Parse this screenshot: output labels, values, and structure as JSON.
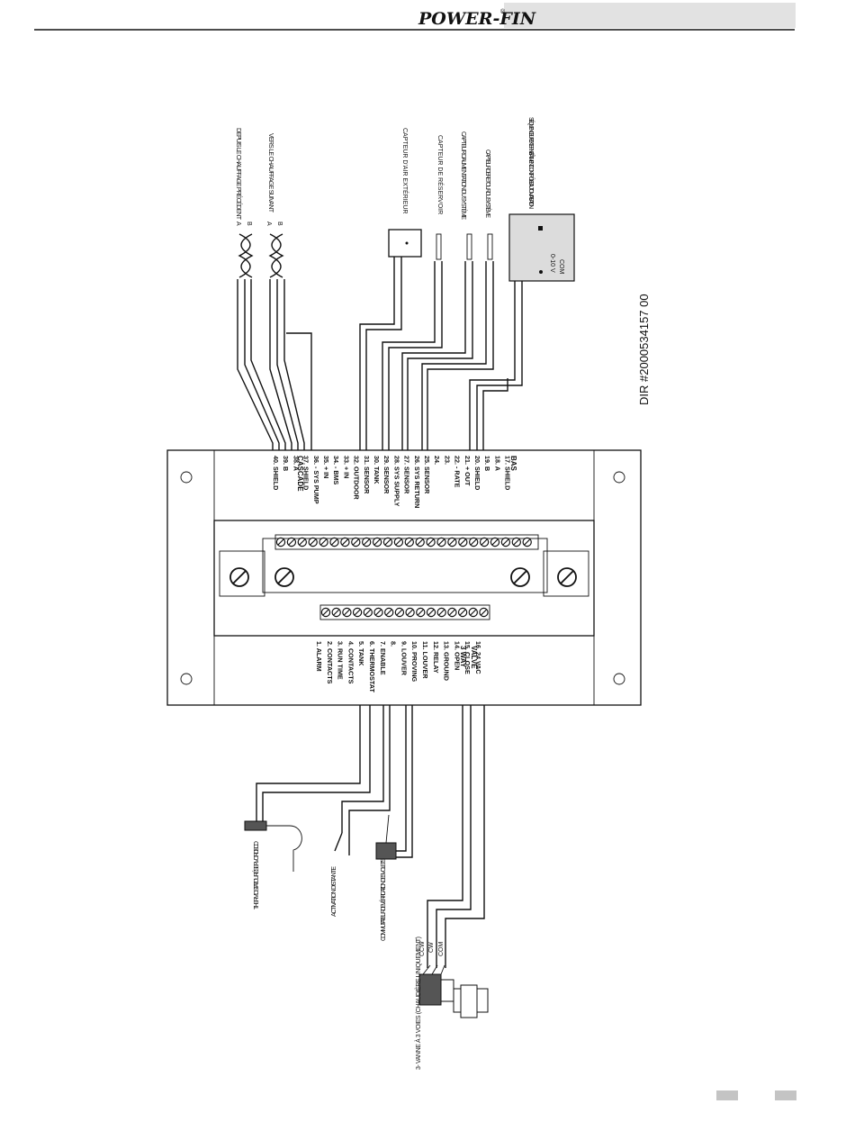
{
  "header": {
    "brand": "POWER-FIN",
    "trademark": "®"
  },
  "labels": {
    "from_previous_heater": "DEPUIS LE CHAUFFAGE PRÉCÉDENT",
    "to_next_heater": "VERS LE CHAUFFAGE SUIVANT",
    "outdoor_sensor": "CAPTEUR D'AIR EXTÉRIEUR",
    "tank_sensor": "CAPTEUR DE RÉSERVOIR",
    "system_supply_sensor": "CAPTEUR D'ALIMENTATION DU SYSTÈME",
    "system_return_sensor": "CAPTEUR DE RETOUR DU SYSTÈME",
    "external_sequencer": "SÉQUENCEUR EXTERNE / BÂTIMENT CONTRÔLE D'AUTOMATISATION",
    "sequencer_out": "0-10 V",
    "sequencer_com": "COM",
    "dhw_thermostat": "THERMOSTAT DU RÉSERVOIR D'ECD",
    "remote_enable": "ACTIVATION DISTANTE",
    "louver_switch": "COMMUTATEUR DE VÉRIFICATION DES VOLETS",
    "three_way_valve": "3- VANNE À 3 VOIES (CHAUDIÈRE UNIQUEMENT)",
    "ccw": "CCW",
    "cw": "CW",
    "com": "COM",
    "a": "A",
    "b": "B"
  },
  "doc_number": "DIR #2000534157 00",
  "terminals_upper": [
    "40. SHIELD",
    "39. B",
    "38. A",
    "37. SHIELD",
    "36. - SYS PUMP",
    "35. + IN",
    "34. - BMS",
    "33. + IN",
    "32. OUTDOOR",
    "31. SENSOR",
    "30. TANK",
    "29. SENSOR",
    "28. SYS SUPPLY",
    "27. SENSOR",
    "26. SYS RETURN",
    "25. SENSOR",
    "24.",
    "23.",
    "22. - RATE",
    "21. + OUT",
    "20. SHIELD",
    "19. B",
    "18. A",
    "17. SHIELD"
  ],
  "group_cascade": "CASCADE",
  "group_bas": "BAS",
  "terminals_lower": [
    "1. ALARM",
    "2. CONTACTS",
    "3. RUN TIME",
    "4. CONTACTS",
    "5. TANK",
    "6. THERMOSTAT",
    "7. ENABLE",
    "8.",
    "9. LOUVER",
    "10. PROVING",
    "11. LOUVER",
    "12. RELAY",
    "13. GROUND",
    "14. OPEN",
    "15. CLOSE",
    "16. 24 VAC"
  ],
  "group_3way": "3 WAY",
  "group_valve": "VALVE"
}
